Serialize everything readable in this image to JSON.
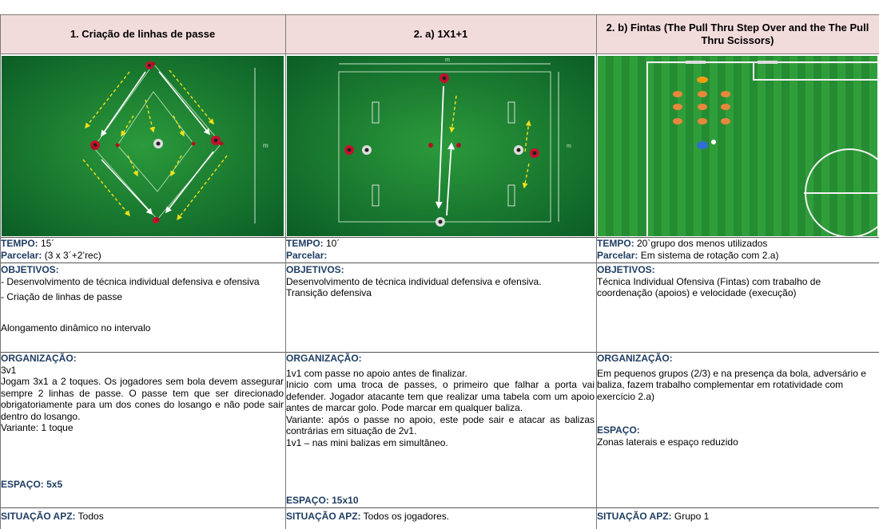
{
  "columns": [
    {
      "title": "1. Criação de linhas de passe",
      "tempo_label": "TEMPO:",
      "tempo_value": " 15´",
      "parcelar_label": "Parcelar:",
      "parcelar_value": " (3 x 3´+2’rec)",
      "objetivos_label": "OBJETIVOS:",
      "objetivos_lines": [
        "- Desenvolvimento de técnica individual defensiva e ofensiva",
        "- Criação de linhas de passe",
        "",
        "Alongamento dinâmico no intervalo"
      ],
      "organizacao_label": "ORGANIZAÇÃO:",
      "organizacao_lines": [
        "3v1",
        "Jogam 3x1 a 2 toques. Os jogadores sem bola devem assegurar sempre 2 linhas de passe. O passe tem que ser direcionado obrigatoriamente para um dos cones do losango e não pode sair dentro do losango.",
        "Variante: 1 toque"
      ],
      "espaco_label": "ESPAÇO:",
      "espaco_value": " 5x5",
      "situacao_label": "SITUAÇÃO APZ:",
      "situacao_value": " Todos"
    },
    {
      "title": "2. a) 1X1+1",
      "tempo_label": "TEMPO:",
      "tempo_value": " 10´",
      "parcelar_label": "Parcelar:",
      "parcelar_value": "",
      "objetivos_label": "OBJETIVOS:",
      "objetivos_lines": [
        "Desenvolvimento de técnica individual defensiva e ofensiva.",
        "Transição defensiva"
      ],
      "organizacao_label": "ORGANIZAÇÃO:",
      "organizacao_lines": [
        "1v1 com passe no apoio antes de finalizar.",
        "Inicio com uma troca de passes, o primeiro que falhar a porta vai defender. Jogador atacante tem que realizar uma tabela com um apoio antes de marcar golo. Pode marcar em qualquer baliza.",
        "Variante: após o passe no apoio, este pode sair e atacar as balizas contrárias em situação de 2v1.",
        "1v1 – nas mini balizas em simultâneo."
      ],
      "espaco_label": "ESPAÇO:",
      "espaco_value": " 15x10",
      "situacao_label": "SITUAÇÃO APZ:",
      "situacao_value": " Todos os jogadores."
    },
    {
      "title": "2. b) Fintas (The Pull Thru Step Over and the The Pull Thru Scissors)",
      "tempo_label": "TEMPO:",
      "tempo_value": " 20`grupo dos menos utilizados",
      "parcelar_label": "Parcelar:",
      "parcelar_value": " Em sistema de rotação com 2.a)",
      "objetivos_label": "OBJETIVOS:",
      "objetivos_lines": [
        "Técnica Individual Ofensiva (Fintas) com trabalho de coordenação (apoios) e velocidade (execução)"
      ],
      "organizacao_label": "ORGANIZAÇÃO:",
      "organizacao_lines": [
        "Em pequenos grupos (2/3) e na presença da bola, adversário e baliza, fazem trabalho complementar em rotatividade com exercício 2.a)"
      ],
      "espaco_label": "ESPAÇO:",
      "espaco_value": "Zonas laterais e espaço reduzido",
      "situacao_label": "SITUAÇÃO APZ:",
      "situacao_value": " Grupo 1"
    }
  ],
  "diagram_labels": {
    "field1_side": "m",
    "field2_top": "m",
    "field2_side": "m"
  },
  "colors": {
    "header_bg": "#f2dcdb",
    "label_blue": "#1f3d63",
    "pitch_dark": "#0d6b2f",
    "pitch_light": "#2f9e3a",
    "cone_yellow": "#f4e01b"
  }
}
